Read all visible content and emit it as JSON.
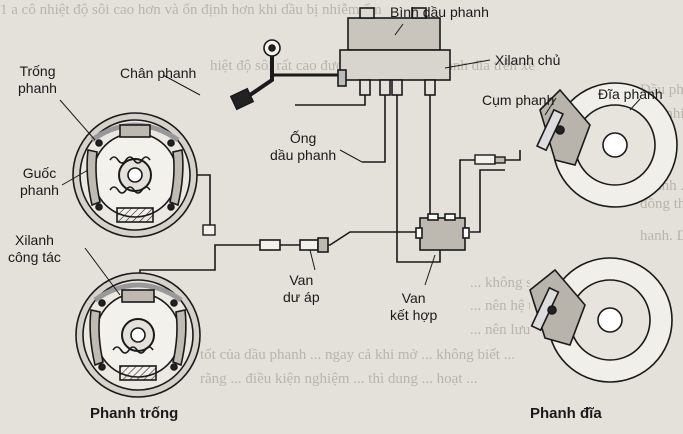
{
  "background_text": [
    "1 a cô nhiệt độ sôi cao hơn và ổn định hơn khi dầu bị nhiễm ẩm",
    "hiệt độ sôi rất cao được sử dụng cho phanh đĩa trên xe",
    "Dầu phanh ... có ý nghĩa rất lớn trong để đảm bảo an toàn hoạt động",
    "qua nhiệt ... an toàn của hệ thống phanh",
    "phanh ... nhất tại lượng nước là ... không bị phanh",
    "đồng thời cũng bị hấp thụ hơi nước trong môi trường ... có nhiều",
    "hanh. Do đó, dầu phanh ... thời gian sử dụng",
    "... không sử dụng ... số lần lắp ... khi nhiều",
    "... nên hệ thống ... theo ... thay thế ...",
    "... nên lưu ... hoặc thay dầu phanh ... sử dụng ...",
    "tốt của dầu phanh ... ngay cả khi mở ... không biết ...",
    "rằng ... điều kiện nghiệm ... thì dung ... hoạt ..."
  ],
  "labels": {
    "reservoir": "Bình dầu phanh",
    "master_cylinder": "Xilanh chủ",
    "drum": [
      "Trống",
      "phanh"
    ],
    "pedal": "Chân phanh",
    "shoe": [
      "Guốc",
      "phanh"
    ],
    "caliper": "Cụm phanh",
    "disc": "Đĩa phanh",
    "brake_line": [
      "Ống",
      "dầu phanh"
    ],
    "wheel_cylinder": [
      "Xilanh",
      "công tác"
    ],
    "residual_valve": [
      "Van",
      "dư áp"
    ],
    "combination_valve": [
      "Van",
      "kết hợp"
    ],
    "drum_brake": "Phanh trống",
    "disc_brake": "Phanh đĩa"
  }
}
